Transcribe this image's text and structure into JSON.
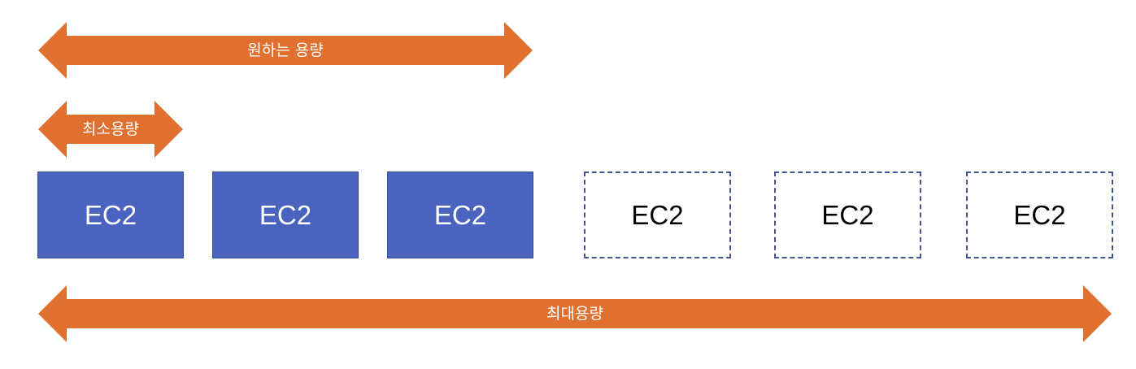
{
  "colors": {
    "arrow": "#e07030",
    "box_fill": "#4a63bf",
    "box_dashed_border": "#44548e"
  },
  "arrows": {
    "desired": {
      "label": "원하는 용량"
    },
    "minimum": {
      "label": "최소용량"
    },
    "maximum": {
      "label": "최대용량"
    }
  },
  "instances": [
    {
      "label": "EC2",
      "state": "running"
    },
    {
      "label": "EC2",
      "state": "running"
    },
    {
      "label": "EC2",
      "state": "running"
    },
    {
      "label": "EC2",
      "state": "potential"
    },
    {
      "label": "EC2",
      "state": "potential"
    },
    {
      "label": "EC2",
      "state": "potential"
    }
  ]
}
